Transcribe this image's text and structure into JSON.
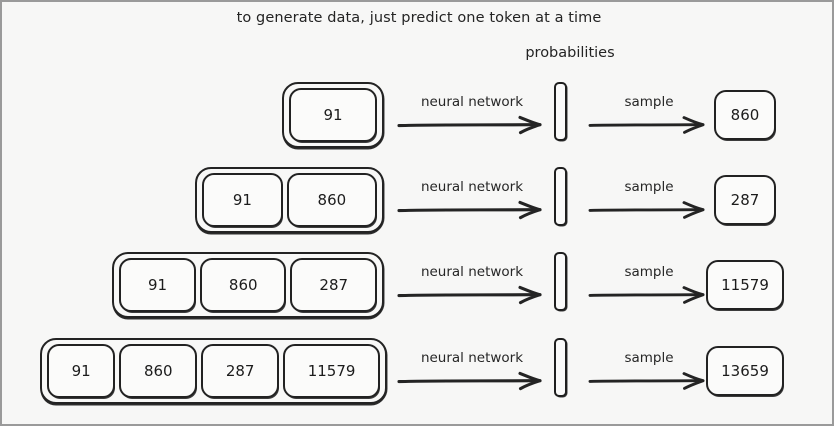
{
  "title": "to generate data, just predict one token at a time",
  "probabilities_label": "probabilities",
  "labels": {
    "neural_network": "neural network",
    "sample": "sample"
  },
  "colors": {
    "background": "#f7f7f6",
    "stroke": "#222222",
    "text": "#1d1d1d",
    "frame_border": "#9a9a9a"
  },
  "rows": [
    {
      "step": 1,
      "tokens": [
        "91"
      ],
      "nn_label": "neural network",
      "sample_label": "sample",
      "output": "860"
    },
    {
      "step": 2,
      "tokens": [
        "91",
        "860"
      ],
      "nn_label": "neural network",
      "sample_label": "sample",
      "output": "287"
    },
    {
      "step": 3,
      "tokens": [
        "91",
        "860",
        "287"
      ],
      "nn_label": "neural network",
      "sample_label": "sample",
      "output": "11579"
    },
    {
      "step": 4,
      "tokens": [
        "91",
        "860",
        "287",
        "11579"
      ],
      "nn_label": "neural network",
      "sample_label": "sample",
      "output": "13659"
    }
  ]
}
